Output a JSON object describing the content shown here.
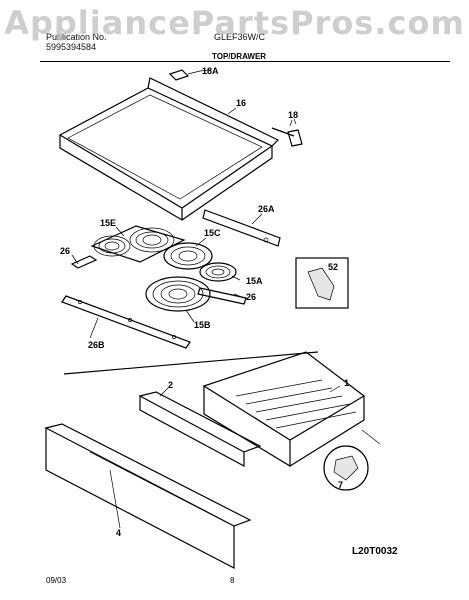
{
  "header": {
    "publication_label": "Publication No.",
    "publication_number": "5995394584",
    "model_label": "GLEF36W/C",
    "section": "TOP/DRAWER"
  },
  "watermark": "AppliancePartsPros.com",
  "callouts": {
    "p1": "1",
    "p2": "2",
    "p4": "4",
    "p7": "7",
    "p15A": "15A",
    "p15B": "15B",
    "p15C": "15C",
    "p15E": "15E",
    "p16": "16",
    "p18": "18",
    "p18A": "18A",
    "p26a": "26",
    "p26b": "26",
    "p26A": "26A",
    "p26B": "26B",
    "p52": "52"
  },
  "footer": {
    "date": "09/03",
    "page": "8",
    "drawing_code": "L20T0032"
  }
}
